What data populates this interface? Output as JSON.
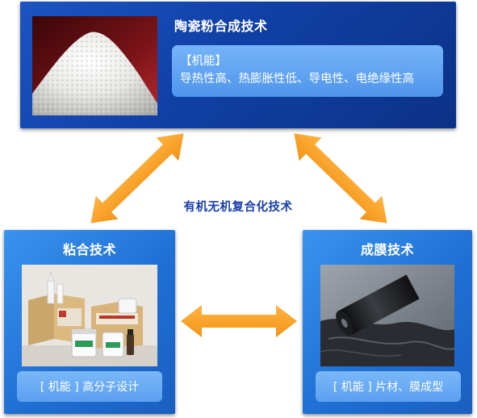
{
  "top_box": {
    "title": "陶瓷粉合成技术",
    "function_header": "【机能】",
    "function_text": "导热性高、热膨胀性低、导电性、电绝缘性高"
  },
  "left_box": {
    "title": "粘合技术",
    "function_text": "[ 机能 ] 高分子设计"
  },
  "right_box": {
    "title": "成膜技术",
    "function_text": "[ 机能 ] 片材、膜成型"
  },
  "center_label": "有机无机复合化技术",
  "colors": {
    "top_box": "#1448b0",
    "side_box": "#2a80e0",
    "function_panel": "#5fa3f0",
    "arrow": "#f7a12b",
    "center_label": "#1a3faa"
  }
}
